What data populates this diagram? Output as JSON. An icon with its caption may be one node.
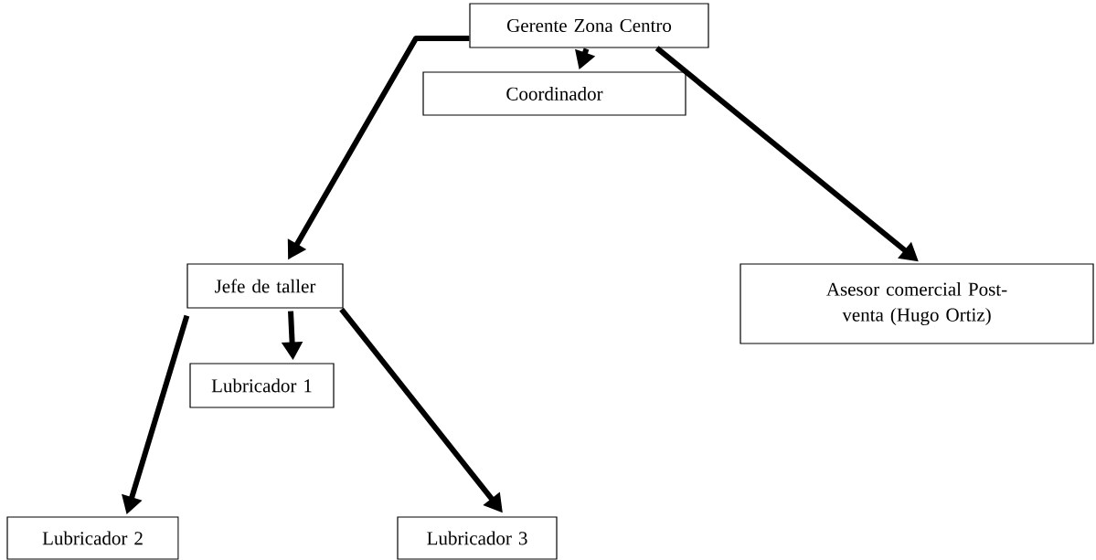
{
  "diagram": {
    "nodes": [
      {
        "text": [
          "Gerente Zona Centro"
        ]
      },
      {
        "text": [
          "Coordinador"
        ]
      },
      {
        "text": [
          "Jefe de taller"
        ]
      },
      {
        "text": [
          "Asesor comercial Post-venta (Hugo Ortiz)"
        ]
      },
      {
        "text": [
          "Lubricador 1"
        ]
      },
      {
        "text": [
          "Lubricador 2"
        ]
      },
      {
        "text": [
          "Lubricador 3"
        ]
      }
    ],
    "edges": [
      {
        "from": 0,
        "to": 2,
        "arrow": "to"
      },
      {
        "from": 0,
        "to": 1,
        "arrow": "to"
      },
      {
        "from": 0,
        "to": 3,
        "arrow": "to"
      },
      {
        "from": 2,
        "to": 5,
        "arrow": "to"
      },
      {
        "from": 2,
        "to": 4,
        "arrow": "to"
      },
      {
        "from": 2,
        "to": 6,
        "arrow": "to"
      }
    ]
  }
}
